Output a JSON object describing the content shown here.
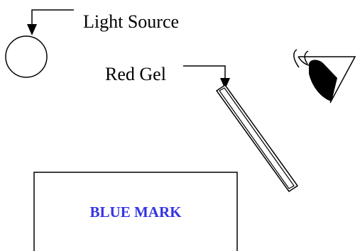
{
  "labels": {
    "light_source": "Light Source",
    "red_gel": "Red Gel",
    "blue_mark": "BLUE MARK"
  },
  "colors": {
    "line": "#000000",
    "background": "#ffffff",
    "blue_mark_text": "#3333e6"
  },
  "icons": {
    "light": "circle-light-source-icon",
    "eye": "eye-icon",
    "arrow": "arrow-down-icon"
  }
}
